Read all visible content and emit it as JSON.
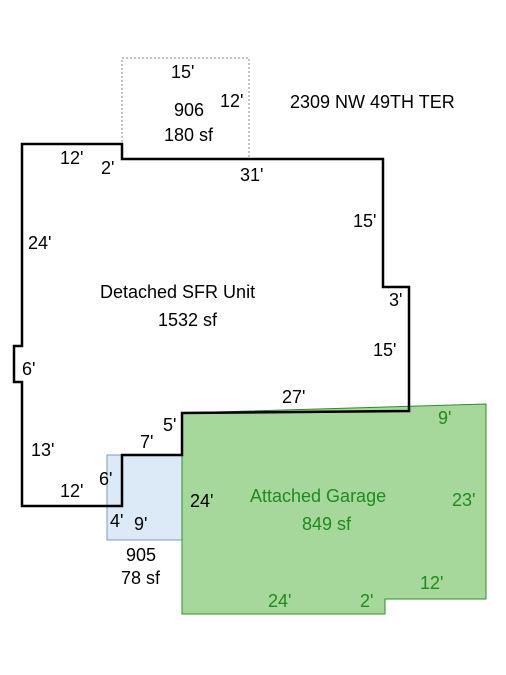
{
  "address": "2309 NW 49TH TER",
  "colors": {
    "outline": "#000000",
    "garage_fill": "#a6d89b",
    "garage_stroke": "#2e8b2e",
    "garage_text": "#1f8a1f",
    "small_fill": "#dce9f6",
    "small_stroke": "#7a9cc0",
    "dotted": "#888888"
  },
  "areas": {
    "main": {
      "name": "Detached SFR Unit",
      "area": "1532 sf"
    },
    "garage": {
      "name": "Attached Garage",
      "area": "849 sf"
    },
    "top_addition": {
      "code": "906",
      "area": "180 sf"
    },
    "small_addition": {
      "code": "905",
      "area": "78 sf"
    }
  },
  "dimensions": {
    "top_15": "15'",
    "top_12": "12'",
    "main_12_top": "12'",
    "main_2": "2'",
    "main_31": "31'",
    "main_24": "24'",
    "main_15a": "15'",
    "main_3": "3'",
    "main_6": "6'",
    "main_15b": "15'",
    "main_27": "27'",
    "main_5": "5'",
    "main_13": "13'",
    "main_7": "7'",
    "main_6b": "6'",
    "main_12_bottom": "12'",
    "small_4": "4'",
    "small_9": "9'",
    "garage_24_left": "24'",
    "garage_9": "9'",
    "garage_23": "23'",
    "garage_12": "12'",
    "garage_2": "2'",
    "garage_24_bottom": "24'"
  }
}
